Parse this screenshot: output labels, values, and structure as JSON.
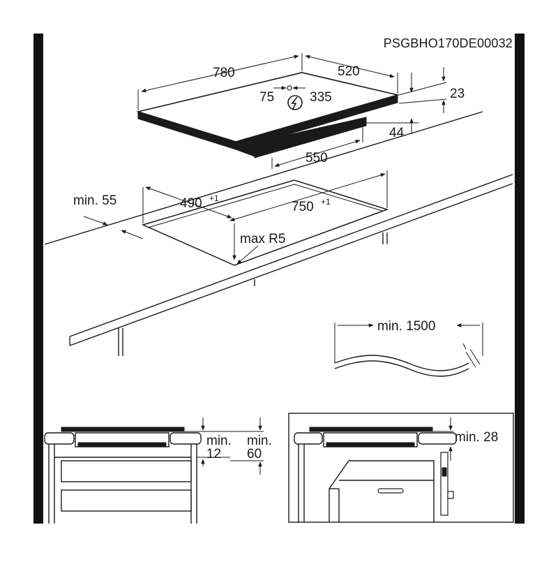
{
  "document_code": "PSGBHO170DE00032",
  "hob": {
    "width": "780",
    "depth": "520",
    "conn_left": "75",
    "conn_right": "335",
    "thickness": "23",
    "under_height": "44",
    "under_width": "550"
  },
  "cutout": {
    "min_edge": "min. 55",
    "depth": "490",
    "depth_tol": "+1",
    "width": "750",
    "width_tol": "+1",
    "corner": "max R5"
  },
  "cable": {
    "min_length": "min. 1500"
  },
  "install_left": {
    "min_a_label": "min.",
    "min_a_value": "12",
    "min_b_label": "min.",
    "min_b_value": "60"
  },
  "install_right": {
    "min_gap": "min. 28"
  },
  "icons": [
    "electrical-connection-icon"
  ]
}
